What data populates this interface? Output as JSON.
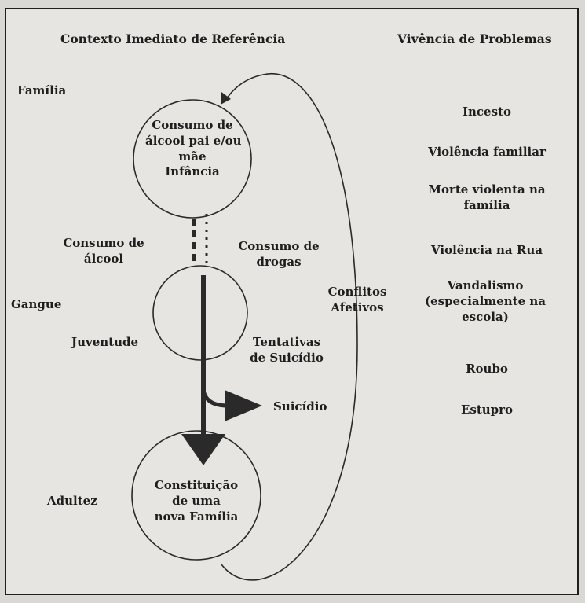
{
  "colors": {
    "ink": "#1e1e1e",
    "paper": "#e6e5e1"
  },
  "headers": {
    "context": "Contexto Imediato de Referência",
    "problems": "Vivência de Problemas"
  },
  "context_labels": {
    "family": "Família",
    "gang": "Gangue",
    "adulthood": "Adultez"
  },
  "circles": {
    "childhood": [
      "Consumo de",
      "álcool pai e/ou",
      "mãe",
      "Infância"
    ],
    "youth": "Juventude",
    "new_family": [
      "Constituição",
      "de uma",
      "nova Família"
    ]
  },
  "flow_labels": {
    "alcohol": [
      "Consumo de",
      "álcool"
    ],
    "drugs": [
      "Consumo de",
      "drogas"
    ],
    "conflicts": [
      "Conflitos",
      "Afetivos"
    ],
    "attempts": [
      "Tentativas",
      "de Suicídio"
    ],
    "suicide": "Suicídio"
  },
  "problems": [
    "Incesto",
    "Violência familiar",
    "Morte violenta na família",
    "Violência na Rua",
    "Vandalismo (especialmente na escola)",
    "Roubo",
    "Estupro"
  ]
}
